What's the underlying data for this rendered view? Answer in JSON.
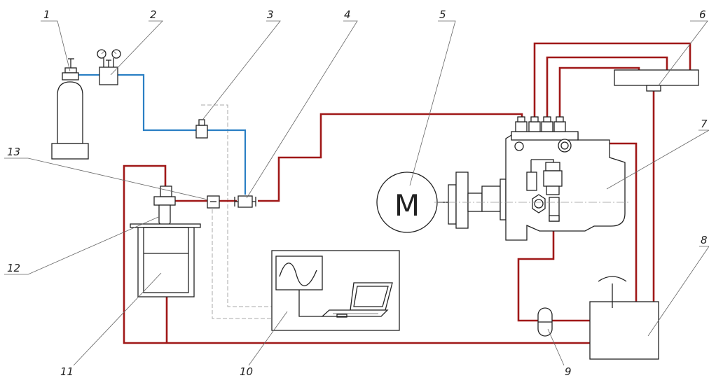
{
  "colors": {
    "fuel_line": "#a01818",
    "gas_line": "#2a7fc4",
    "signal_line": "#a8a8a8",
    "outline": "#222222"
  },
  "motor_symbol": "M",
  "labels": {
    "l1": "1",
    "l2": "2",
    "l3": "3",
    "l4": "4",
    "l5": "5",
    "l6": "6",
    "l7": "7",
    "l8": "8",
    "l9": "9",
    "l10": "10",
    "l11": "11",
    "l12": "12",
    "l13": "13"
  }
}
